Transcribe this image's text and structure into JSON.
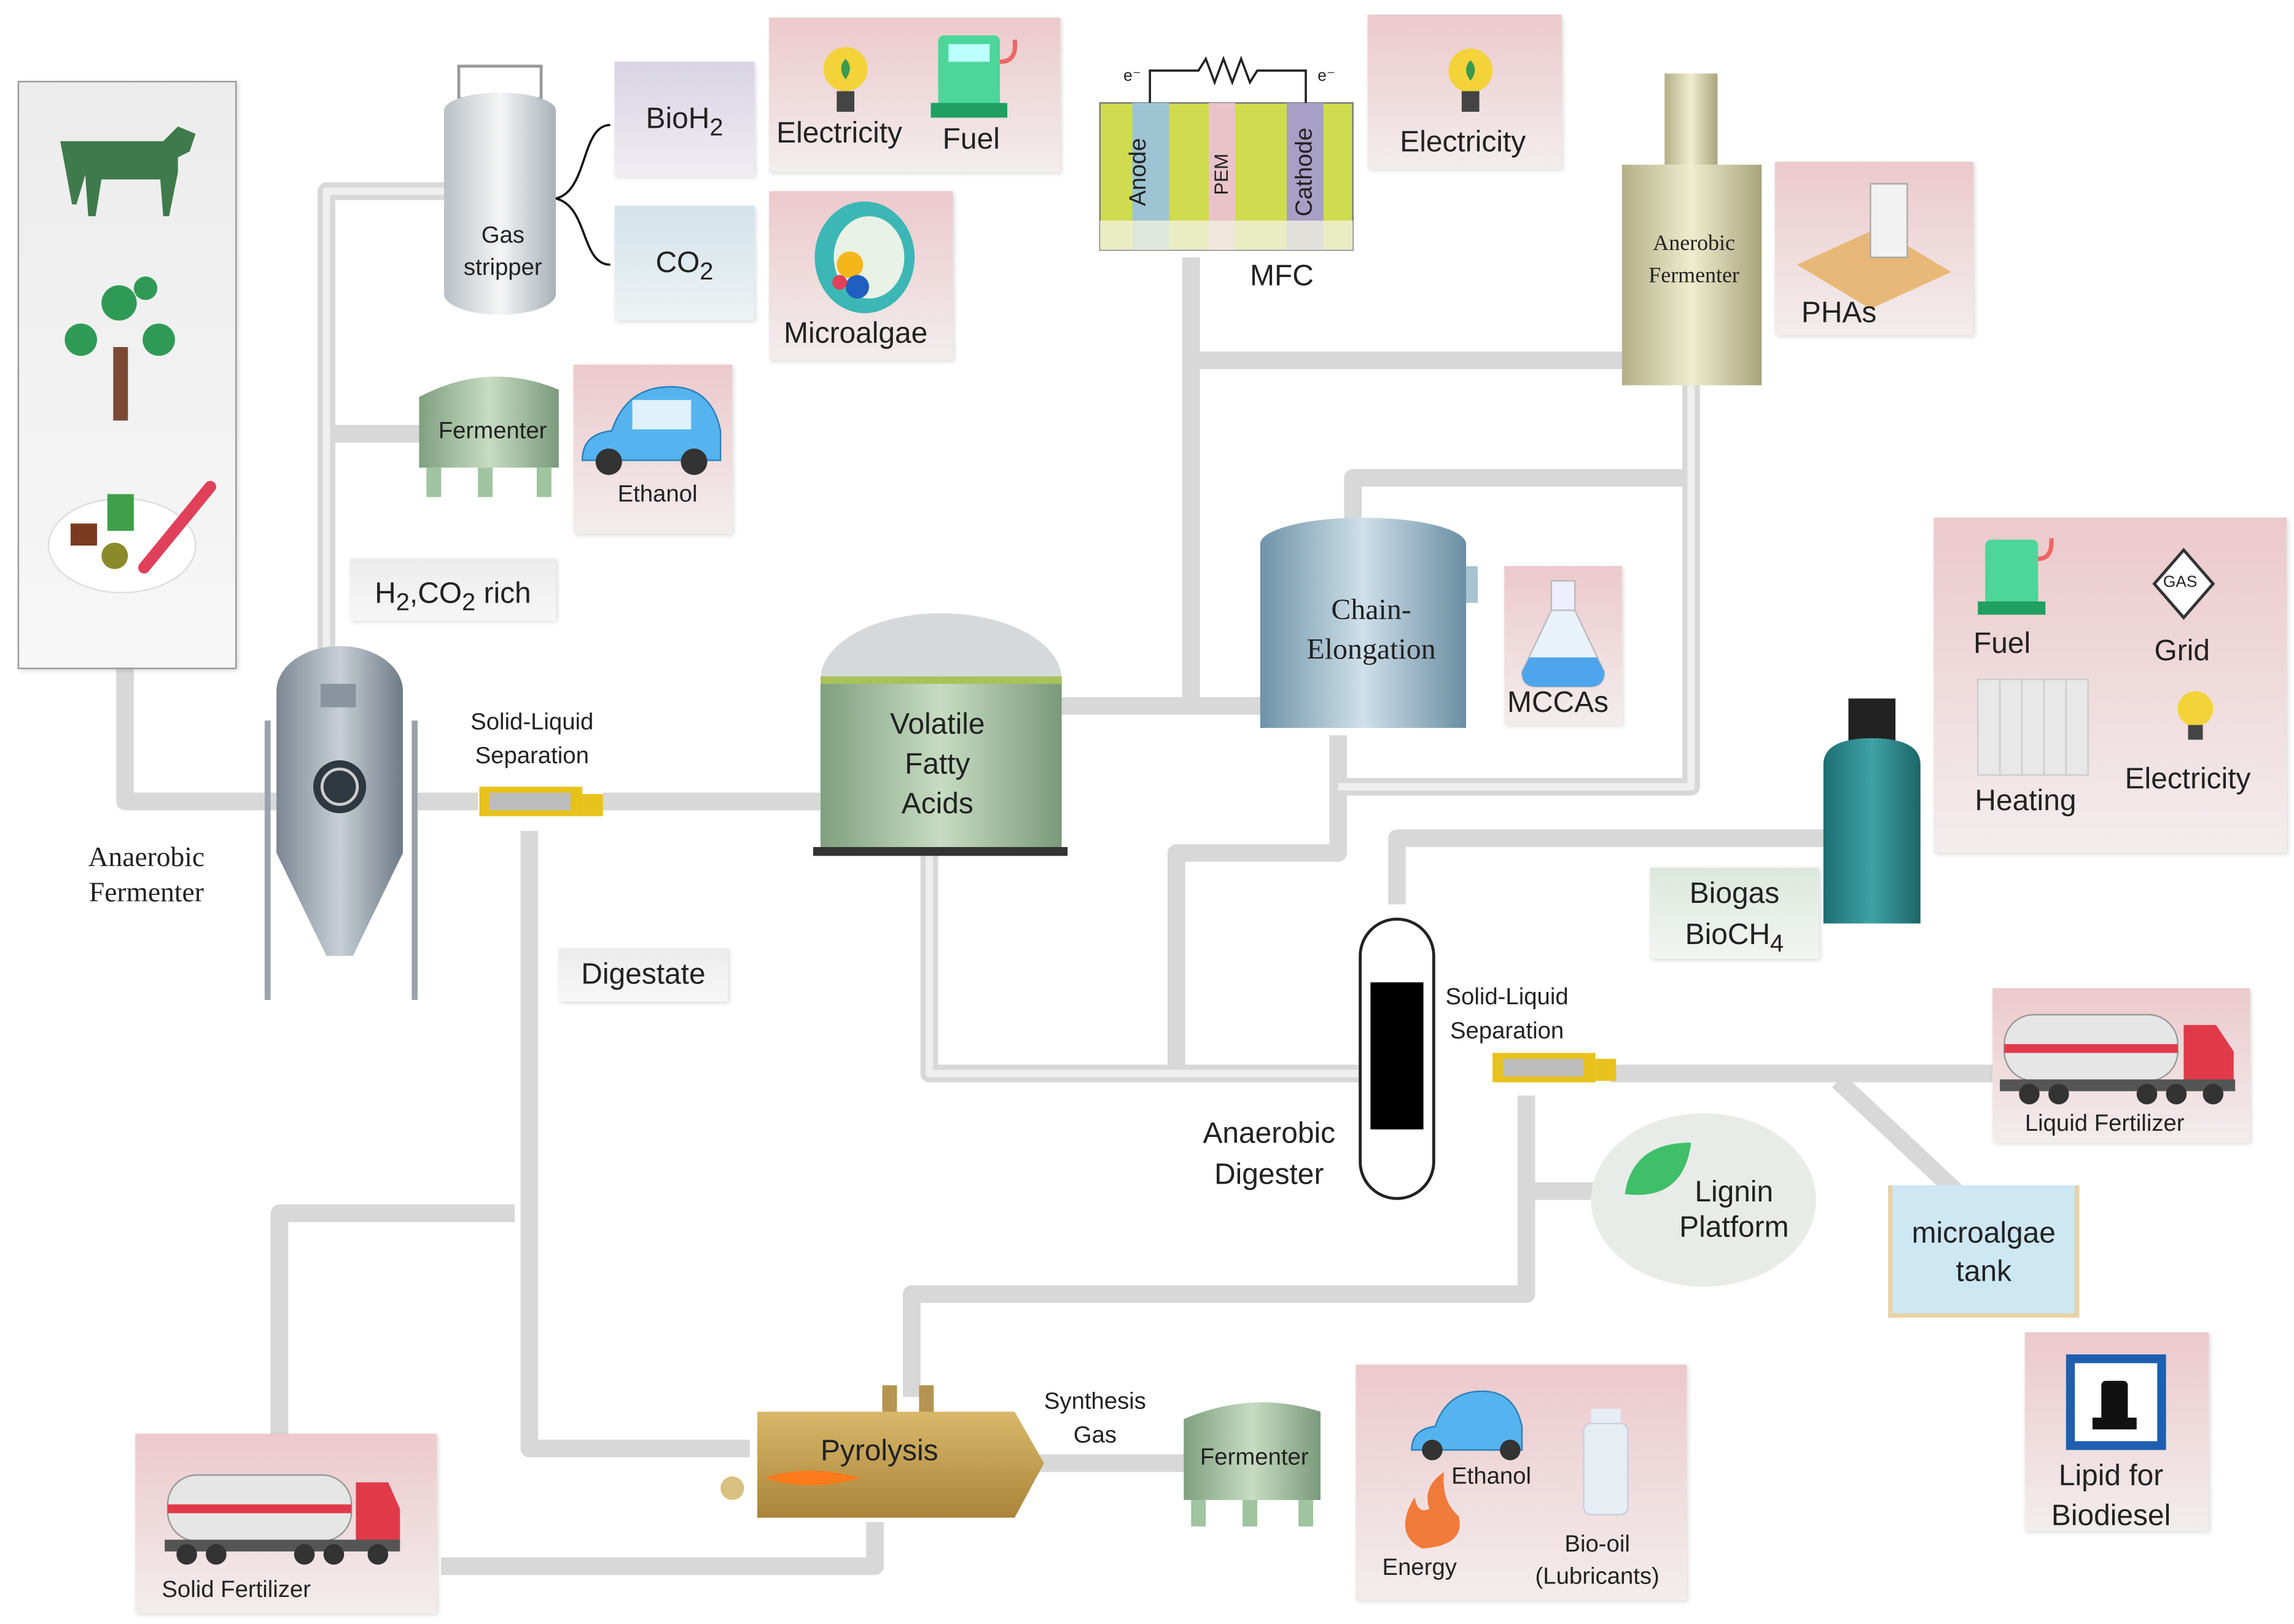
{
  "feedstock": {
    "icons": [
      "cow-icon",
      "tree-icon",
      "food-waste-icon"
    ]
  },
  "anaerobic_fermenter": "Anaerobic\nFermenter",
  "gas_stripper": "Gas\nstripper",
  "bioh2": {
    "main": "BioH",
    "sub": "2"
  },
  "co2": {
    "main": "CO",
    "sub": "2"
  },
  "electricity": "Electricity",
  "fuel": "Fuel",
  "microalgae": "Microalgae",
  "fermenter": "Fermenter",
  "ethanol": "Ethanol",
  "h2co2_rich": {
    "a": "H",
    "s1": "2",
    "b": ",CO",
    "s2": "2",
    "c": " rich"
  },
  "mfc": {
    "label": "MFC",
    "anode": "Anode",
    "pem": "PEM",
    "cathode": "Cathode",
    "electron_left": "e⁻",
    "electron_right": "e⁻"
  },
  "electricity2": "Electricity",
  "anerobic_fermenter": "Anerobic\nFermenter",
  "phas": "PHAs",
  "solid_liquid_1": "Solid-Liquid\nSeparation",
  "vfa": "Volatile\nFatty\nAcids",
  "chain_elongation": "Chain-\nElongation",
  "mccas": "MCCAs",
  "biogas_uses": {
    "fuel": "Fuel",
    "grid": "Grid",
    "gas": "GAS",
    "heating": "Heating",
    "electricity": "Electricity"
  },
  "biogas": {
    "line1": "Biogas",
    "line2": "BioCH",
    "sub": "4"
  },
  "digestate": "Digestate",
  "anaerobic_digester": "Anaerobic\nDigester",
  "solid_liquid_2": "Solid-Liquid\nSeparation",
  "liquid_fertilizer": "Liquid Fertilizer",
  "lignin_platform": "Lignin\nPlatform",
  "microalgae_tank": "microalgae\ntank",
  "lipid_biodiesel": "Lipid for\nBiodiesel",
  "pyrolysis": "Pyrolysis",
  "synthesis_gas": "Synthesis\nGas",
  "fermenter2": "Fermenter",
  "products2": {
    "ethanol": "Ethanol",
    "energy": "Energy",
    "biooil": "Bio-oil\n(Lubricants)"
  },
  "solid_fertilizer": "Solid Fertilizer",
  "colors": {
    "pipe": "#dcdcdc",
    "fermenter_green": "#8fb08f",
    "vfa_green": "#a9c497",
    "truck_red": "#e03a4a",
    "yellow_sep": "#e8c21c"
  }
}
